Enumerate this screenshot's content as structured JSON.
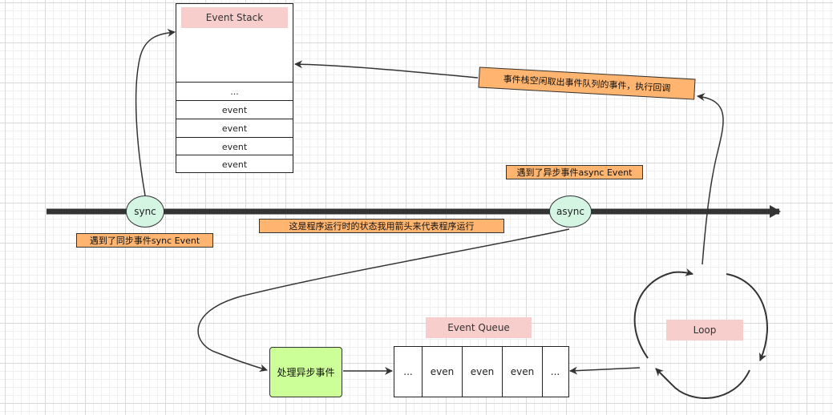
{
  "event_stack": {
    "title": "Event Stack",
    "rows": [
      "...",
      "event",
      "event",
      "event",
      "event"
    ]
  },
  "timeline": {
    "sync_label": "sync",
    "async_label": "async"
  },
  "notes": {
    "sync_event": "遇到了同步事件sync Event",
    "async_event": "遇到了异步事件async Event",
    "timeline_desc": "这是程序运行时的状态我用箭头来代表程序运行",
    "callback": "事件栈空闲取出事件队列的事件，执行回调"
  },
  "process": {
    "label": "处理异步事件"
  },
  "event_queue": {
    "title": "Event Queue",
    "cells": [
      "...",
      "even",
      "even",
      "even",
      "..."
    ]
  },
  "loop": {
    "label": "Loop"
  },
  "colors": {
    "note_fill": "#ffb570",
    "pink_label": "#f8cecc",
    "oval_fill": "#d5f5e3",
    "process_fill": "#cdff99",
    "timeline": "#333333"
  }
}
